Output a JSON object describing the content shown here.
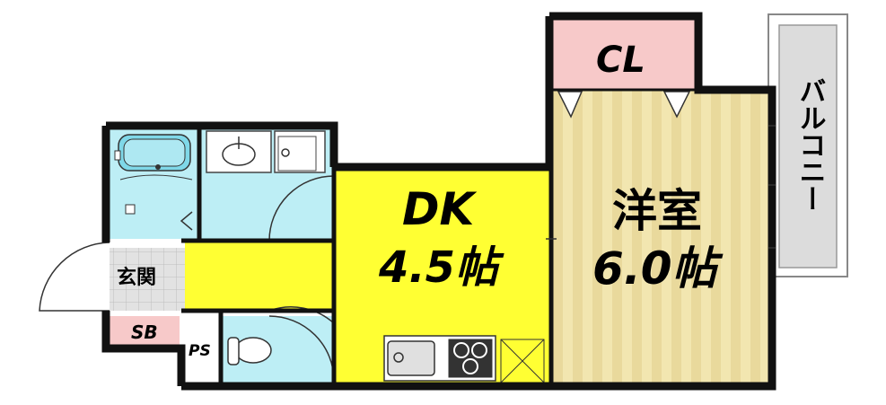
{
  "rooms": {
    "closet": {
      "label": "CL",
      "color": "#f7c9c9"
    },
    "western": {
      "label_1": "洋室",
      "label_2": "6.0帖",
      "color": "#f2e6b0",
      "stripe": "#e6d79a"
    },
    "dk": {
      "label_1": "DK",
      "label_2": "4.5帖",
      "color": "#ffff33"
    },
    "balcony": {
      "label": "バルコニー",
      "color": "#dcdcdc"
    },
    "entrance": {
      "label": "玄関",
      "color": "#dcdcdc"
    },
    "shoe_box": {
      "label": "SB",
      "color": "#f7c9c9"
    },
    "pipe_space": {
      "label": "PS"
    },
    "bath": {
      "color": "#bdeef5"
    },
    "corridor": {
      "color": "#ffff33"
    }
  }
}
